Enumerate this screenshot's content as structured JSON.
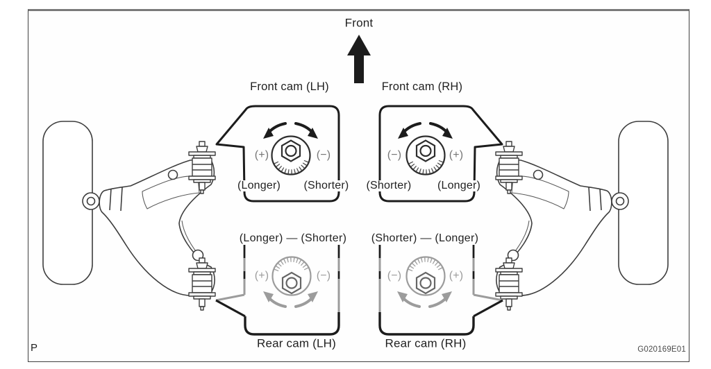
{
  "figure": {
    "direction_label": "Front",
    "page_marker": "P",
    "code": "G020169E01"
  },
  "front_cams": {
    "lh": {
      "title": "Front cam (LH)",
      "left_sign": "(+)",
      "right_sign": "(−)",
      "left_effect": "(Longer)",
      "right_effect": "(Shorter)"
    },
    "rh": {
      "title": "Front cam (RH)",
      "left_sign": "(−)",
      "right_sign": "(+)",
      "left_effect": "(Shorter)",
      "right_effect": "(Longer)"
    }
  },
  "rear_cams": {
    "lh": {
      "title": "Rear cam (LH)",
      "left_sign": "(+)",
      "right_sign": "(−)",
      "relation": "(Longer) — (Shorter)"
    },
    "rh": {
      "title": "Rear cam (RH)",
      "left_sign": "(−)",
      "right_sign": "(+)",
      "relation": "(Shorter) — (Longer)"
    }
  },
  "colors": {
    "line": "#1f1f1f",
    "muted_gray": "#9c9c9c",
    "sign_gray": "#757575"
  }
}
